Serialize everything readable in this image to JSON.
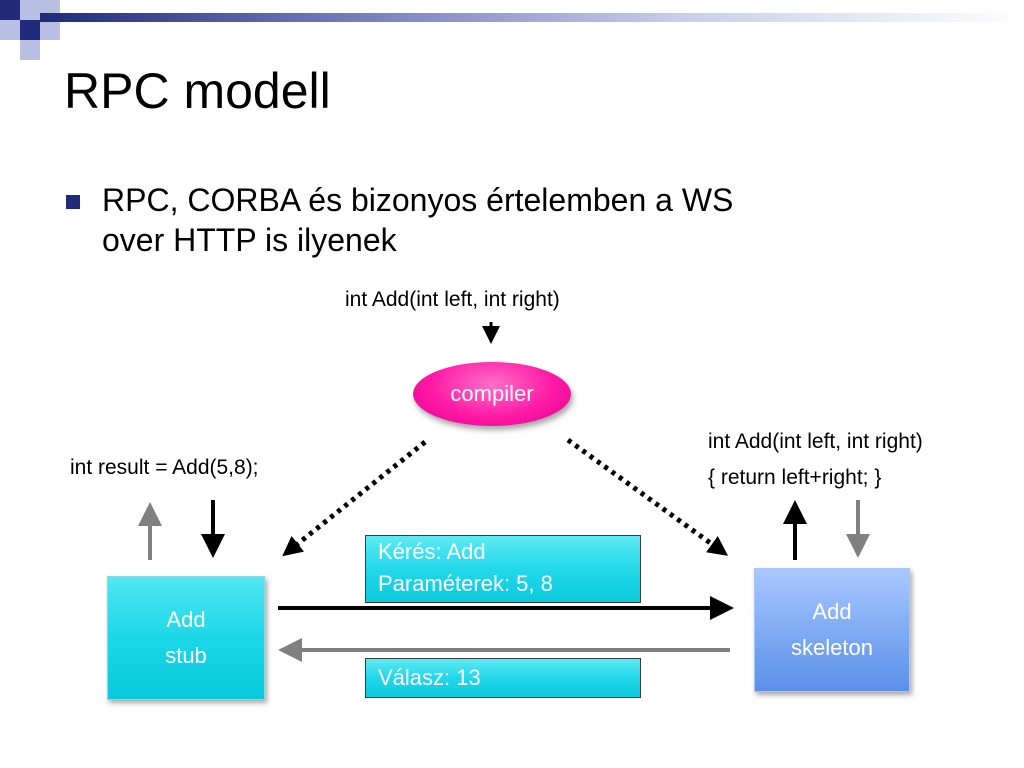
{
  "title": "RPC modell",
  "bullet": {
    "line1": "RPC, CORBA és bizonyos értelemben a WS",
    "line2": "over HTTP is ilyenek"
  },
  "diagram": {
    "interface_signature": "int Add(int left, int right)",
    "compiler_label": "compiler",
    "client_code": "int result = Add(5,8);",
    "server_code": {
      "line1": "int Add(int left, int right)",
      "line2": "{ return left+right; }"
    },
    "stub": {
      "line1": "Add",
      "line2": "stub"
    },
    "skeleton": {
      "line1": "Add",
      "line2": "skeleton"
    },
    "request": {
      "line1": "Kérés: Add",
      "line2": "Paraméterek: 5, 8"
    },
    "response": "Válasz: 13"
  },
  "colors": {
    "accent_navy": "#1f2a7a",
    "compiler_pink": "#ff1aa6",
    "stub_cyan": "#1cd7e8",
    "skeleton_blue": "#80acf4",
    "arrow_black": "#000000",
    "arrow_gray": "#808080"
  }
}
